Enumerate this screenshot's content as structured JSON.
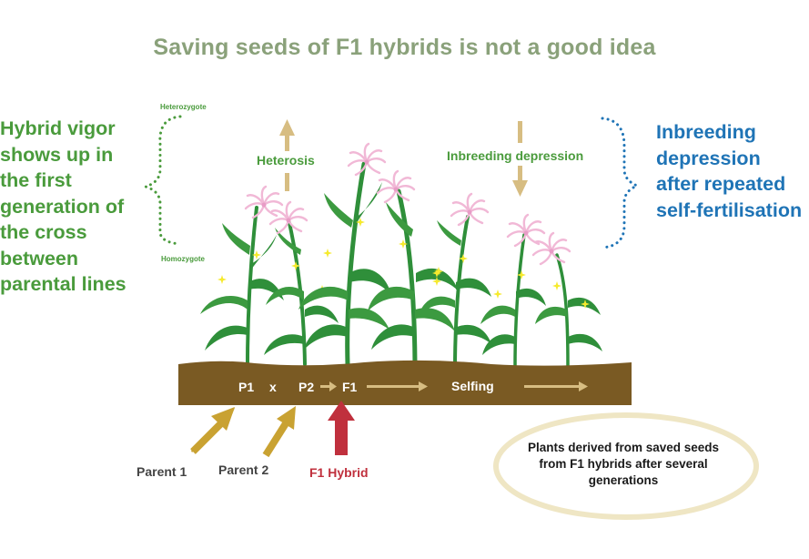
{
  "title": "Saving seeds of F1 hybrids is not a good idea",
  "left_text": {
    "lines": [
      "Hybrid vigor",
      "shows up in",
      "the first",
      "generation of",
      "the cross",
      "between",
      "parental lines"
    ],
    "heterozygote": "Heterozygote",
    "homozygote": "Homozygote"
  },
  "right_text": {
    "lines": [
      "Inbreeding",
      "depression",
      "after repeated",
      "self-fertilisation"
    ]
  },
  "arrows": {
    "heterosis": "Heterosis",
    "inbreeding_depression": "Inbreeding depression"
  },
  "soil_labels": {
    "p1": "P1",
    "cross": "x",
    "p2": "P2",
    "f1": "F1",
    "selfing": "Selfing"
  },
  "under_labels": {
    "parent1": "Parent 1",
    "parent2": "Parent 2",
    "f1_hybrid": "F1 Hybrid"
  },
  "ellipse_text": {
    "lines": [
      "Plants derived from saved seeds",
      "from F1 hybrids after several",
      "generations"
    ]
  },
  "colors": {
    "green_text": "#4a9b3c",
    "blue_text": "#1f74b6",
    "title": "#8aa17a",
    "soil": "#7a5a23",
    "gold_arrow": "#c9a232",
    "red_arrow": "#c0303d",
    "ellipse": "#efe6c4",
    "plant": "#2f8f3a",
    "tassel": "#f1b8d6"
  }
}
